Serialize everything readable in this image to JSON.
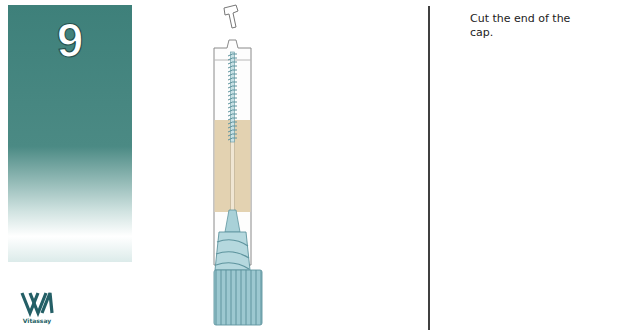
{
  "diagram": {
    "nodes": [
      {
        "text": [
          "9"
        ]
      }
    ],
    "labels": [
      "Cut the end of the cap.",
      "Vitassay"
    ]
  }
}
